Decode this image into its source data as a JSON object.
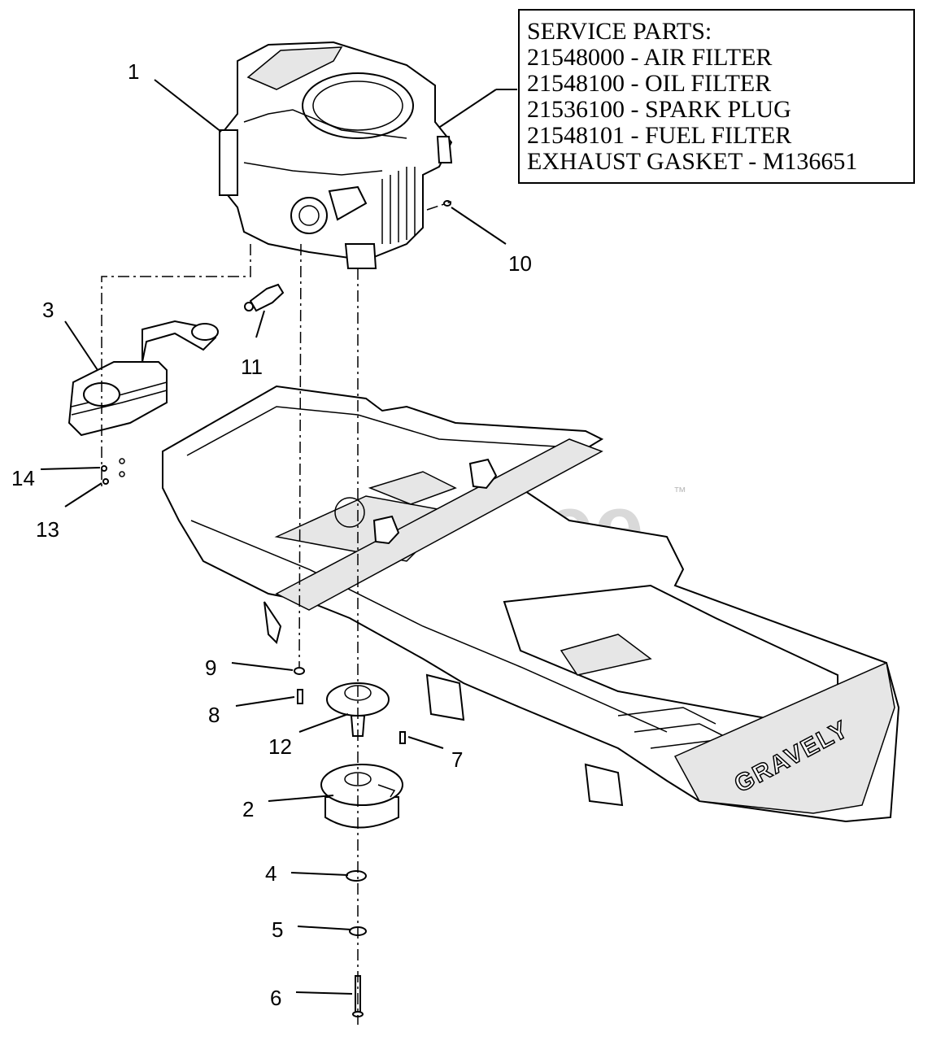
{
  "service_parts": {
    "lines": [
      "SERVICE PARTS:",
      "21548000 - AIR FILTER",
      "21548100 - OIL FILTER",
      "21536100 - SPARK PLUG",
      "21548101 - FUEL FILTER",
      "EXHAUST GASKET - M136651"
    ]
  },
  "callouts": {
    "c1": "1",
    "c2": "2",
    "c3": "3",
    "c4": "4",
    "c5": "5",
    "c6": "6",
    "c7": "7",
    "c8": "8",
    "c9": "9",
    "c10": "10",
    "c11": "11",
    "c12": "12",
    "c13": "13",
    "c14": "14"
  },
  "watermark": {
    "text": "PartsTree",
    "trademark": "™"
  },
  "brand_plate": {
    "text": "GRAVELY"
  }
}
